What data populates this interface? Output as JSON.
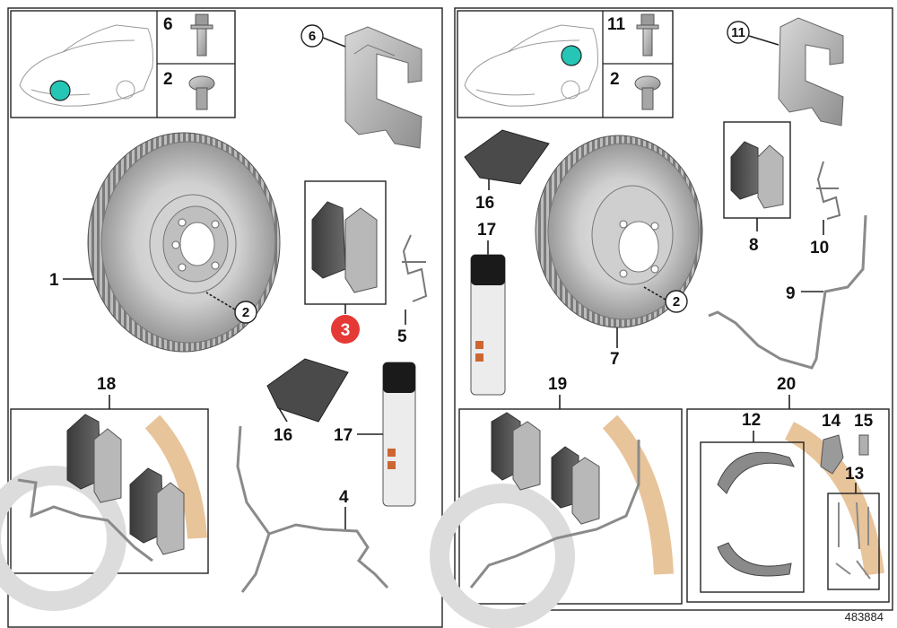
{
  "diagram_id": "483884",
  "highlight_color": "#e53935",
  "position_marker_color": "#26c6b6",
  "left_panel": {
    "labels": {
      "p1": "1",
      "p2": "2",
      "p4": "4",
      "p5": "5",
      "p6": "6",
      "p16": "16",
      "p17": "17",
      "p18": "18",
      "inset_top": "6",
      "inset_bottom": "2"
    },
    "highlighted": "3"
  },
  "right_panel": {
    "labels": {
      "p2": "2",
      "p7": "7",
      "p8": "8",
      "p9": "9",
      "p10": "10",
      "p11": "11",
      "p12": "12",
      "p13": "13",
      "p14": "14",
      "p15": "15",
      "p16": "16",
      "p17": "17",
      "p19": "19",
      "p20": "20",
      "inset_top": "11",
      "inset_bottom": "2"
    }
  }
}
